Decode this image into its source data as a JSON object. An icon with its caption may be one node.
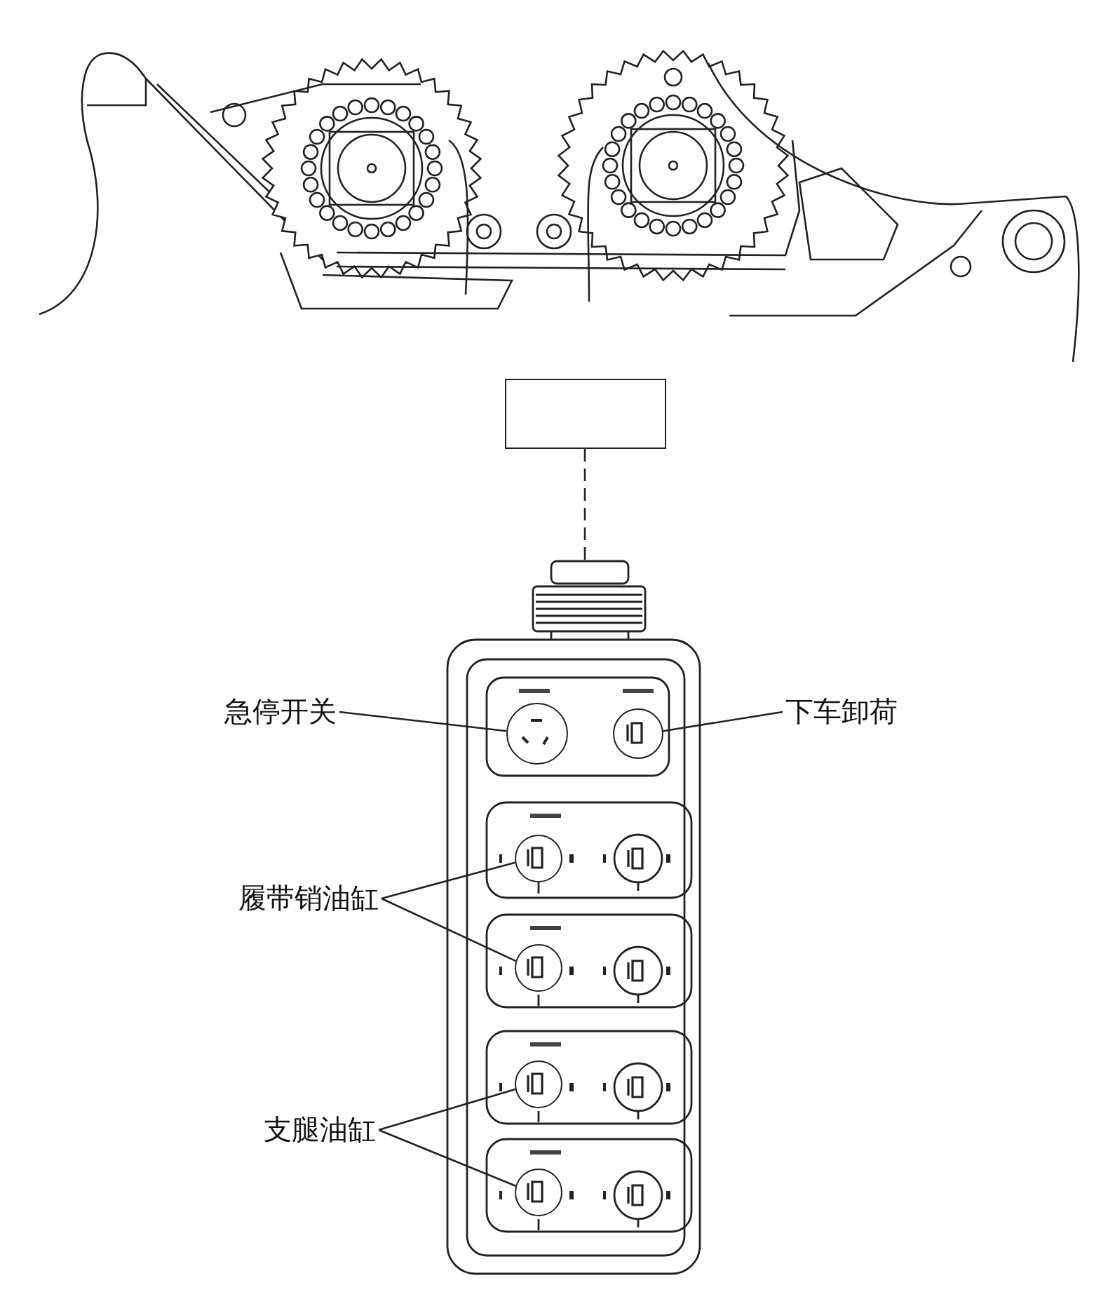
{
  "diagram": {
    "nodes": [
      {
        "text": [],
        "shape": "picture"
      },
      {
        "text": [],
        "shape": "box"
      },
      {
        "text": [],
        "shape": "box"
      },
      {
        "text": [
          "急停开关"
        ]
      },
      {
        "text": [],
        "shape": "circle",
        "in": 2
      },
      {
        "text": [
          "下车卸荷"
        ]
      },
      {
        "text": [],
        "shape": "circle",
        "in": 2
      },
      {
        "text": [
          "履带销油缸"
        ]
      },
      {
        "text": [],
        "shape": "circle",
        "in": 2
      },
      {
        "text": [],
        "shape": "circle",
        "in": 2
      },
      {
        "text": [
          "支腿油缸"
        ]
      },
      {
        "text": [],
        "shape": "circle",
        "in": 2
      },
      {
        "text": [],
        "shape": "circle",
        "in": 2
      }
    ],
    "edges": [
      {
        "from": 1,
        "to": 2,
        "arrow": "none",
        "style": "dashed"
      },
      {
        "from": 3,
        "to": 4,
        "arrow": "none"
      },
      {
        "from": 5,
        "to": 6,
        "arrow": "none"
      },
      {
        "from": 7,
        "to": 8,
        "arrow": "none"
      },
      {
        "from": 7,
        "to": 9,
        "arrow": "none"
      },
      {
        "from": 10,
        "to": 11,
        "arrow": "none"
      },
      {
        "from": 10,
        "to": 12,
        "arrow": "none"
      }
    ]
  }
}
